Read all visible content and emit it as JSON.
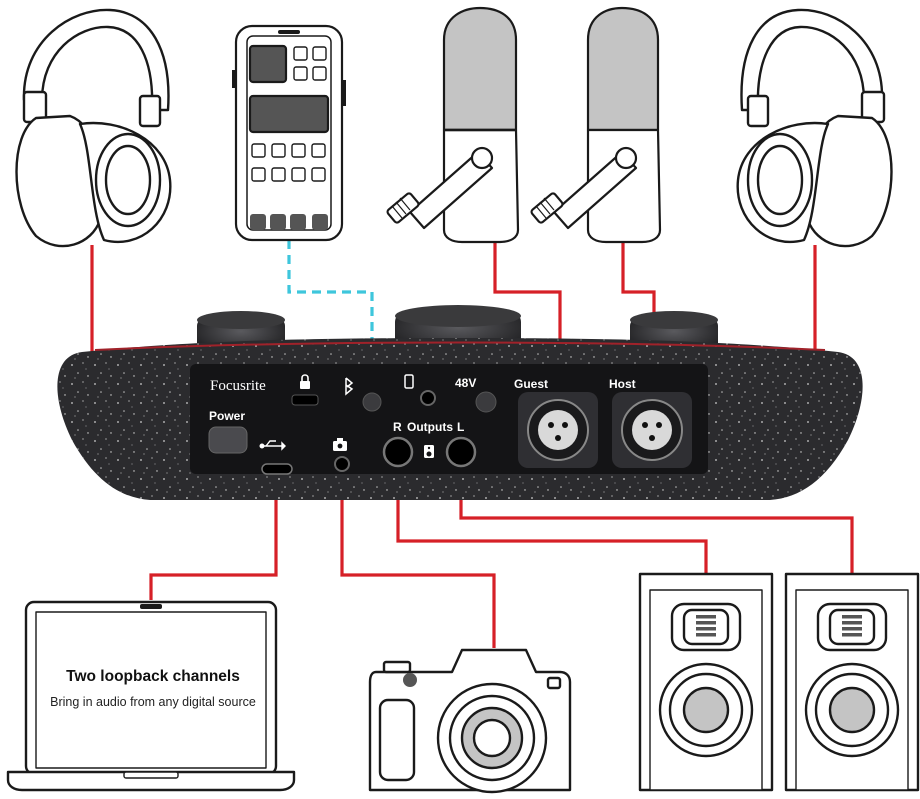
{
  "interface": {
    "brand": "Focusrite",
    "power_label": "Power",
    "phantom_label": "48V",
    "guest_label": "Guest",
    "host_label": "Host",
    "outputs_label": "Outputs",
    "right_label": "R",
    "left_label": "L"
  },
  "laptop": {
    "title": "Two loopback channels",
    "subtitle": "Bring in audio from any digital source"
  },
  "colors": {
    "cable": "#d62027",
    "bluetooth_link": "#3ec6dc",
    "device_body": "#2b2b2e",
    "panel": "#141416"
  },
  "icons": [
    "lock-icon",
    "bluetooth-icon",
    "phone-icon",
    "usb-icon",
    "camera-icon",
    "speaker-icon"
  ]
}
